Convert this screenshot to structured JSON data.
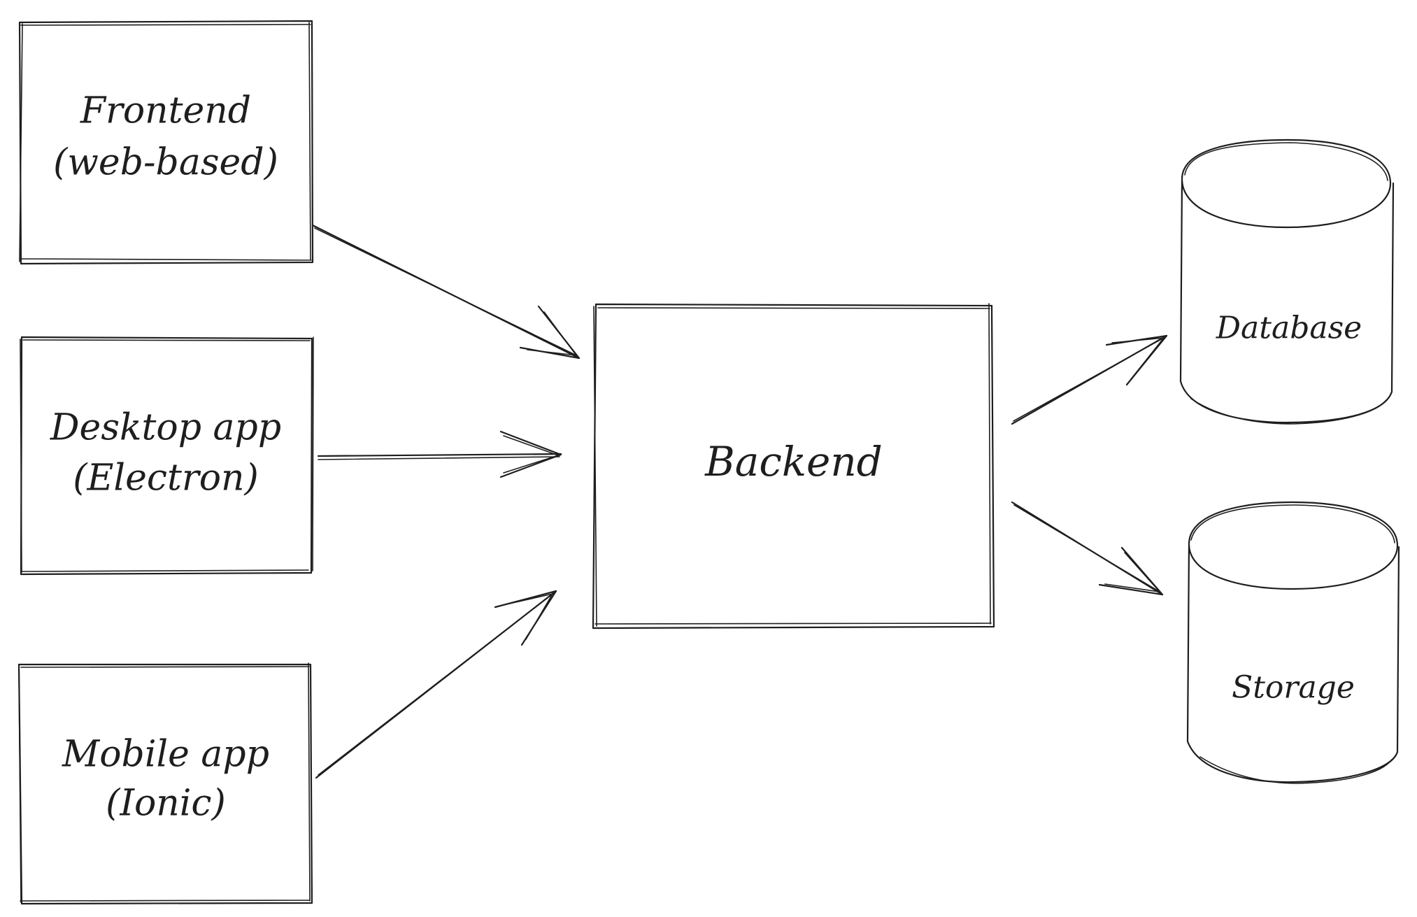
{
  "nodes": {
    "frontend": {
      "line1": "Frontend",
      "line2": "(web-based)"
    },
    "desktop": {
      "line1": "Desktop app",
      "line2": "(Electron)"
    },
    "mobile": {
      "line1": "Mobile app",
      "line2": "(Ionic)"
    },
    "backend": {
      "label": "Backend"
    },
    "database": {
      "label": "Database"
    },
    "storage": {
      "label": "Storage"
    }
  },
  "colors": {
    "stroke": "#1e1e1e",
    "background": "#ffffff"
  }
}
